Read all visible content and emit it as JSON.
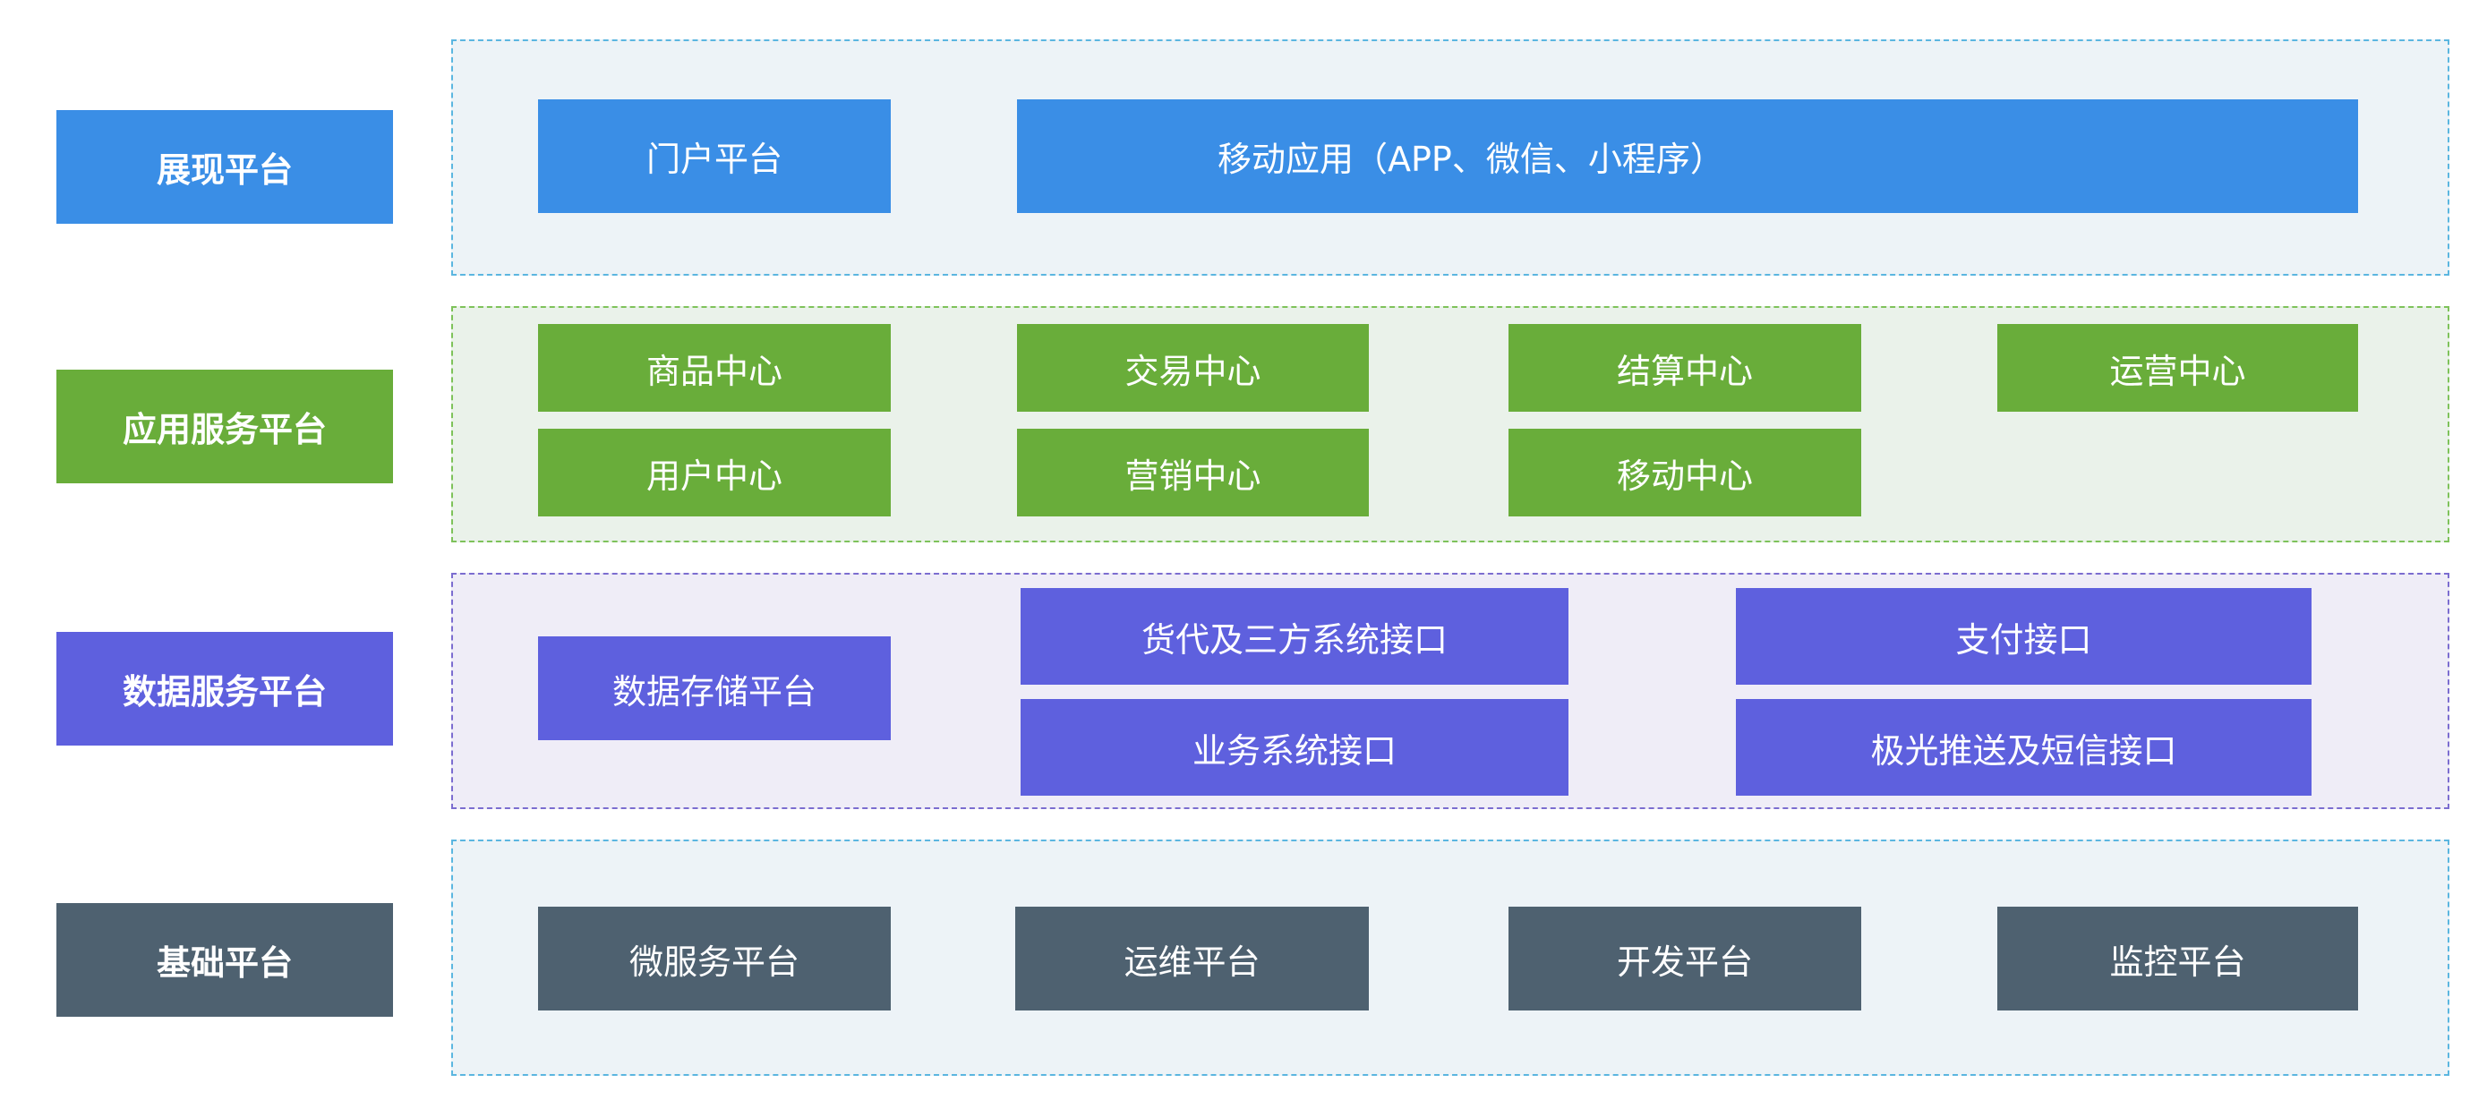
{
  "colors": {
    "presentation": "#3a8ee6",
    "app_service": "#69ad3a",
    "data_service": "#5e60de",
    "base": "#4e6170"
  },
  "layers": {
    "presentation": {
      "label": "展现平台",
      "items": [
        "门户平台",
        "移动应用（APP、微信、小程序）"
      ]
    },
    "app_service": {
      "label": "应用服务平台",
      "items": [
        "商品中心",
        "交易中心",
        "结算中心",
        "运营中心",
        "用户中心",
        "营销中心",
        "移动中心"
      ]
    },
    "data_service": {
      "label": "数据服务平台",
      "items": [
        "数据存储平台",
        "货代及三方系统接口",
        "支付接口",
        "业务系统接口",
        "极光推送及短信接口"
      ]
    },
    "base": {
      "label": "基础平台",
      "items": [
        "微服务平台",
        "运维平台",
        "开发平台",
        "监控平台"
      ]
    }
  }
}
